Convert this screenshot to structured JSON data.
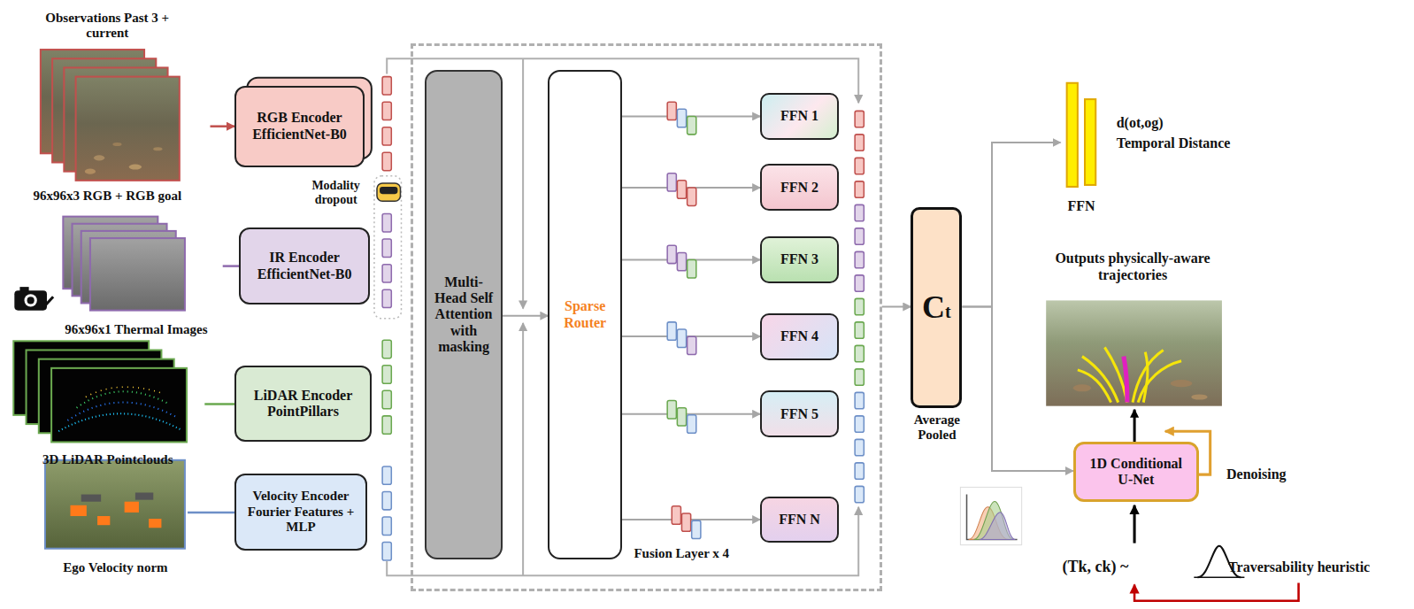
{
  "diagram": {
    "nodes": [
      {
        "text": [
          "Observations Past 3 + current",
          "96x96x3 RGB + RGB goal"
        ]
      },
      {
        "text": [
          "RGB Encoder EfficientNet-B0"
        ]
      },
      {
        "text": [
          "96x96x1 Thermal Images"
        ]
      },
      {
        "text": [
          "IR Encoder EfficientNet-B0"
        ]
      },
      {
        "text": [
          "3D LiDAR Pointclouds"
        ]
      },
      {
        "text": [
          "LiDAR Encoder PointPillars"
        ]
      },
      {
        "text": [
          "Ego Velocity norm"
        ]
      },
      {
        "text": [
          "Velocity Encoder Fourier Features + MLP"
        ]
      },
      {
        "text": [
          "Fusion Layer x 4"
        ]
      },
      {
        "text": [
          "Multi-Head Self Attention with masking"
        ],
        "in": 8
      },
      {
        "text": [
          "Sparse Router"
        ],
        "in": 8
      },
      {
        "text": [
          "FFN 1"
        ],
        "in": 8
      },
      {
        "text": [
          "FFN 2"
        ],
        "in": 8
      },
      {
        "text": [
          "FFN 3"
        ],
        "in": 8
      },
      {
        "text": [
          "FFN 4"
        ],
        "in": 8
      },
      {
        "text": [
          "FFN 5"
        ],
        "in": 8
      },
      {
        "text": [
          "FFN N"
        ],
        "in": 8
      },
      {
        "text": [
          "Ct"
        ]
      },
      {
        "text": [
          "FFN"
        ]
      },
      {
        "text": [
          "Outputs physically-aware trajectories"
        ]
      },
      {
        "text": [
          "1D Conditional U-Net"
        ]
      }
    ],
    "edges": [
      {
        "from": 0,
        "to": 1,
        "arrow": "to"
      },
      {
        "from": 2,
        "to": 3,
        "arrow": "none"
      },
      {
        "from": 4,
        "to": 5,
        "arrow": "none"
      },
      {
        "from": 6,
        "to": 7,
        "arrow": "none"
      },
      {
        "from": 9,
        "to": 10,
        "arrow": "to"
      },
      {
        "from": 10,
        "to": 11,
        "arrow": "to"
      },
      {
        "from": 10,
        "to": 12,
        "arrow": "to"
      },
      {
        "from": 10,
        "to": 13,
        "arrow": "to"
      },
      {
        "from": 10,
        "to": 14,
        "arrow": "to"
      },
      {
        "from": 10,
        "to": 15,
        "arrow": "to"
      },
      {
        "from": 10,
        "to": 16,
        "arrow": "to"
      },
      {
        "from": 8,
        "to": 17,
        "arrow": "to"
      },
      {
        "from": 17,
        "to": 18,
        "arrow": "to"
      },
      {
        "from": 17,
        "to": 20,
        "arrow": "to"
      },
      {
        "from": 20,
        "to": 19,
        "arrow": "to"
      }
    ],
    "labels": [
      "Modality dropout",
      "Average Pooled",
      "d(ot,og)",
      "Temporal Distance",
      "Denoising",
      "(Tk, ck) ~",
      "Traversability heuristic"
    ]
  }
}
